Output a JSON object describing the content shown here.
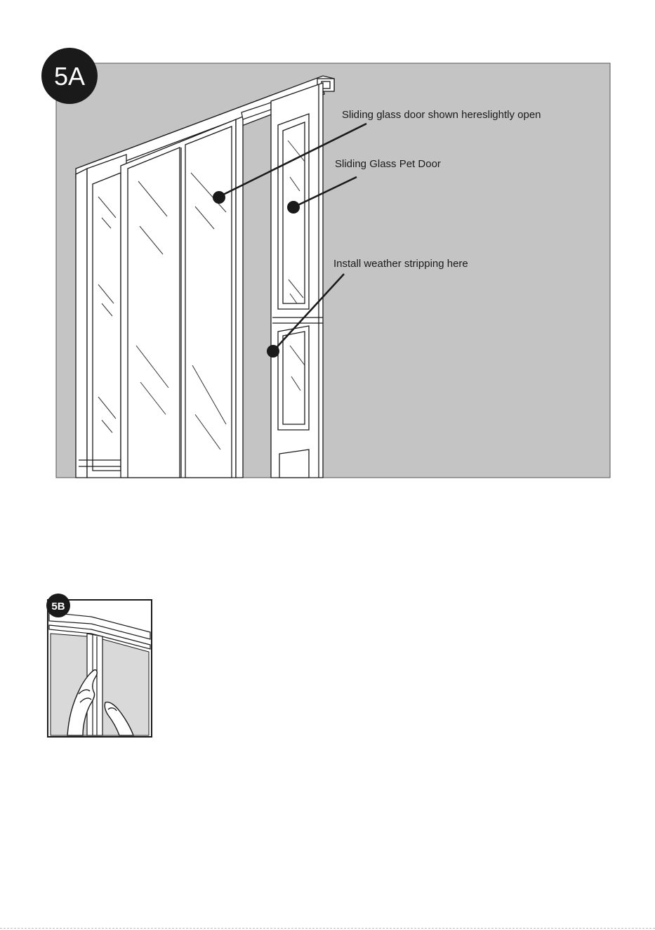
{
  "figure_5a": {
    "badge": "5A",
    "callouts": {
      "sliding_door": "Sliding glass door shown hereslightly open",
      "pet_door": "Sliding Glass Pet Door",
      "weather_strip": "Install weather stripping here"
    },
    "colors": {
      "wall": "#c4c4c4",
      "frame": "#ffffff",
      "line": "#1a1a1a",
      "badge": "#1a1a1a"
    }
  },
  "figure_5b": {
    "badge": "5B",
    "colors": {
      "wall": "#d9d9d9",
      "badge": "#1a1a1a"
    }
  }
}
